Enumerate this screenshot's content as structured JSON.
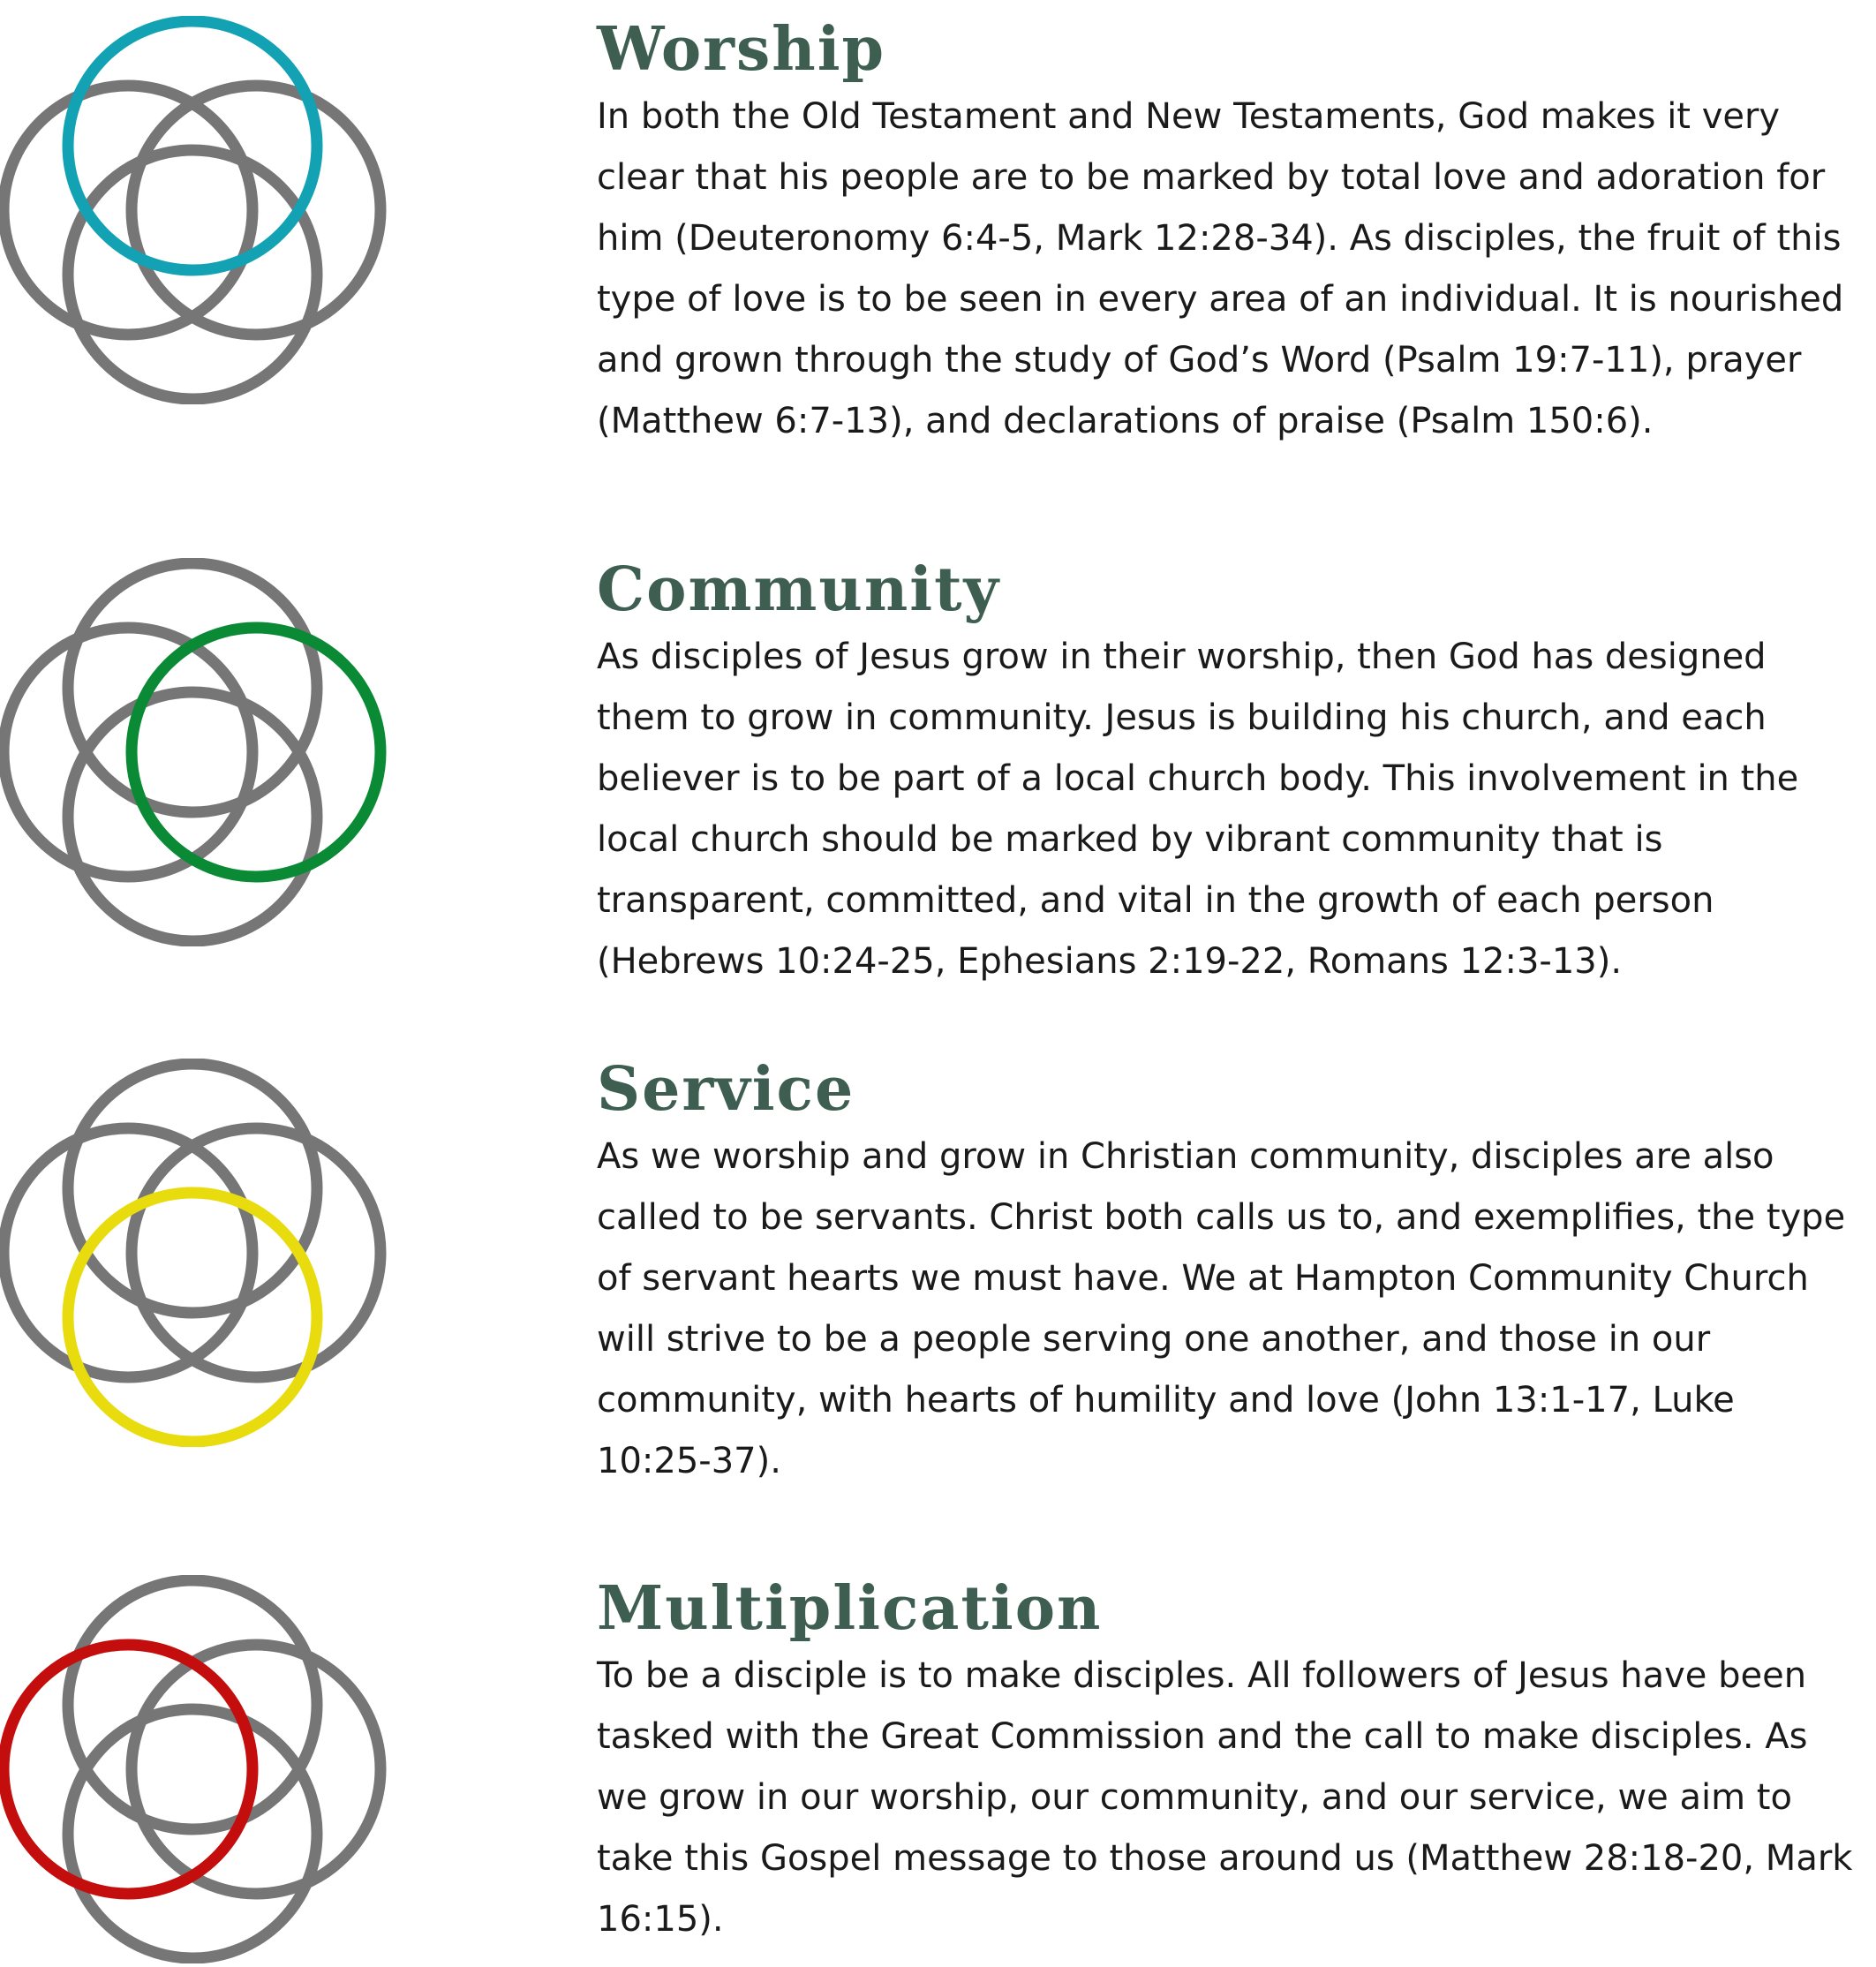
{
  "colors": {
    "ring_gray": "#767676",
    "heading": "#3d5e50",
    "body_text": "#1a1a1a",
    "worship_accent": "#13a2b3",
    "community_accent": "#0a8a34",
    "service_accent": "#e8dc0e",
    "multiplication_accent": "#c40d0d"
  },
  "sections": [
    {
      "title": "Worship",
      "icon": "four-ring-knot-icon",
      "highlight": "top",
      "accent": "#13a2b3",
      "body": "In both the Old Testament and New Testaments, God makes it very clear that his people are to be marked by total love and adoration for him (Deuteronomy 6:4-5, Mark 12:28-34). As disciples, the fruit of this type of love is to be seen in every area of an individual. It is nourished and grown through the study of God’s Word (Psalm 19:7-11), prayer (Matthew 6:7-13), and declarations of praise (Psalm 150:6)."
    },
    {
      "title": "Community",
      "icon": "four-ring-knot-icon",
      "highlight": "right",
      "accent": "#0a8a34",
      "body": "As disciples of Jesus grow in their worship, then God has designed them to grow in community. Jesus is building his church, and each believer is to be part of a local church body. This involvement in the local church should be marked by vibrant community that is transparent, committed, and vital in the growth of each person (Hebrews 10:24-25, Ephesians 2:19-22, Romans 12:3-13)."
    },
    {
      "title": "Service",
      "icon": "four-ring-knot-icon",
      "highlight": "bottom",
      "accent": "#e8dc0e",
      "body": "As we worship and grow in Christian community, disciples are also called to be servants. Christ both calls us to, and exemplifies, the type of servant hearts we must have. We at Hampton Community Church will strive to be a people serving one another, and those in our community, with hearts of humility and love (John 13:1-17, Luke 10:25-37)."
    },
    {
      "title": "Multiplication",
      "icon": "four-ring-knot-icon",
      "highlight": "left",
      "accent": "#c40d0d",
      "body": "To be a disciple is to make disciples. All followers of Jesus have been tasked with the Great Commission and the call to make disciples. As we grow in our worship, our community, and our service, we aim to take this Gospel message to those around us (Matthew 28:18-20, Mark 16:15)."
    }
  ]
}
